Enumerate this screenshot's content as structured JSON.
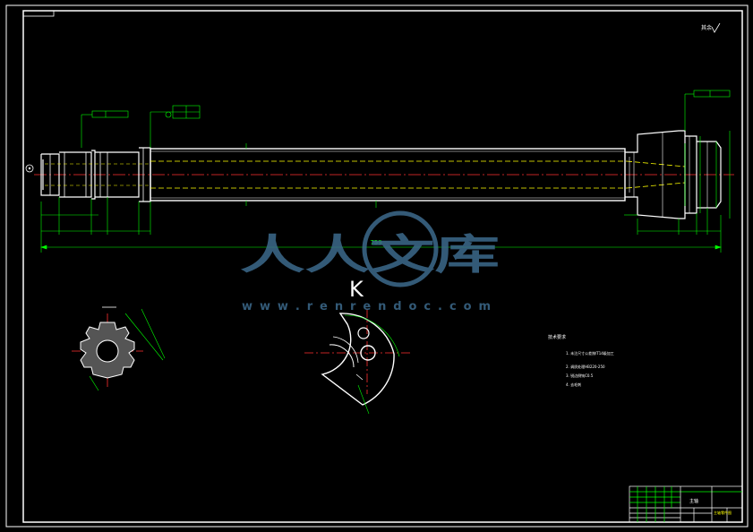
{
  "drawing": {
    "overall_length": "759",
    "view_label": "K",
    "surface_finish_mark": "其余",
    "background_color": "#000000",
    "line_color": "#ffffff",
    "centerline_color": "#ff0000",
    "hidden_line_color": "#ffff00",
    "dimension_color": "#00ff00"
  },
  "watermark": {
    "title": "人人文库",
    "url": "w w w . r e n r e n d o c . c o m",
    "color": "#3d6a8c"
  },
  "tech_requirements": {
    "heading": "技术要求",
    "items": [
      "1. 未注尺寸公差按IT14级加工",
      "2. 调质处理HB220-250",
      "3. 锐边倒钝C0.5",
      "4. 去毛刺"
    ]
  },
  "title_block": {
    "part_name": "主轴",
    "drawing_title": "主轴零件图"
  }
}
